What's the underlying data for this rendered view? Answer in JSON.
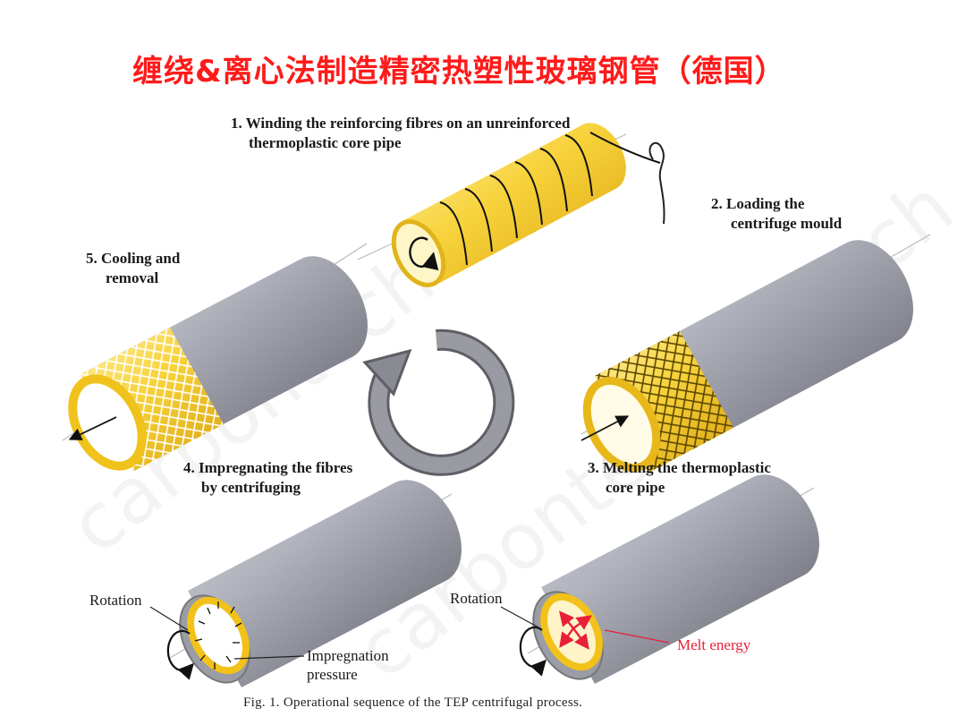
{
  "title": "缠绕&离心法制造精密热塑性玻璃钢管（德国）",
  "steps": {
    "step1": [
      "1. Winding the reinforcing fibres on an unreinforced",
      "thermoplastic core pipe"
    ],
    "step2": [
      "2. Loading the",
      "centrifuge mould"
    ],
    "step3": [
      "3. Melting the thermoplastic",
      "core pipe"
    ],
    "step4": [
      "4. Impregnating the fibres",
      "by centrifuging"
    ],
    "step5": [
      "5. Cooling and",
      "removal"
    ]
  },
  "annotations": {
    "rotation_left": "Rotation",
    "rotation_right": "Rotation",
    "impregnation": [
      "Impregnation",
      "pressure"
    ],
    "melt_energy": "Melt energy"
  },
  "caption": "Fig. 1. Operational sequence of the TEP centrifugal process.",
  "watermark": "carbontech",
  "colors": {
    "title": "#ff1a1a",
    "fibre_yellow": "#f2c21a",
    "mould_grey": "#8c8c96",
    "melt": "#e8203a",
    "cycle_arrow": "#7a7a80"
  },
  "icons": [
    "cycle-arrow-icon",
    "rotation-arrow-icon"
  ]
}
